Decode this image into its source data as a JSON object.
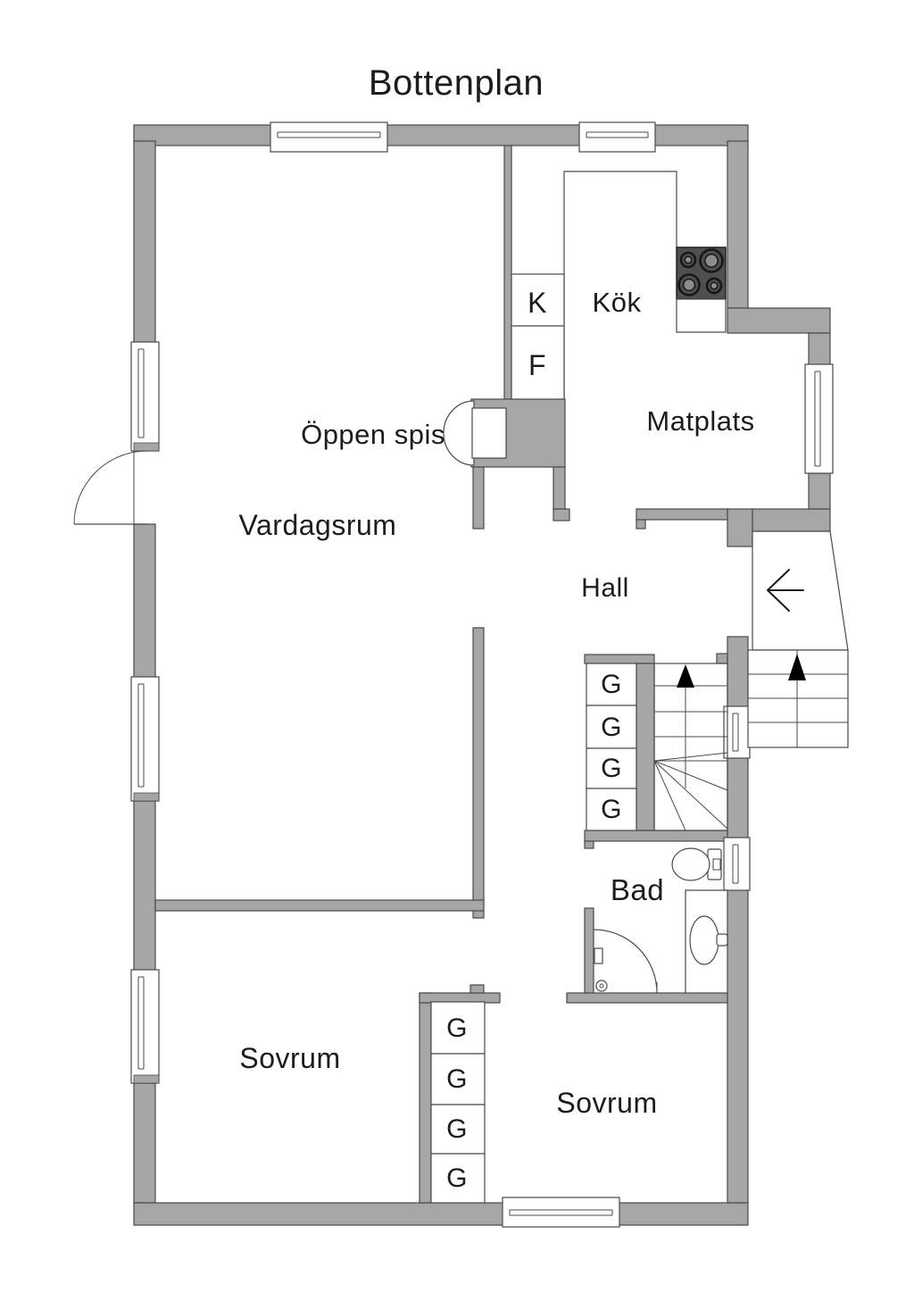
{
  "title": "Bottenplan",
  "rooms": {
    "living": "Vardagsrum",
    "kitchen": "Kök",
    "dining": "Matplats",
    "hall": "Hall",
    "bathroom": "Bad",
    "bedroom_left": "Sovrum",
    "bedroom_right": "Sovrum",
    "fireplace": "Öppen spis"
  },
  "cabinet_labels": {
    "k": "K",
    "f": "F",
    "g": "G"
  },
  "fixtures": {
    "stove": "stove-hob",
    "toilet": "toilet",
    "sink": "washbasin",
    "shower": "corner-shower",
    "stairs_internal": "staircase-up",
    "stairs_entry": "entry-steps-up",
    "entry_arrow": "entry-direction-left"
  },
  "counts": {
    "windows": 9,
    "wardrobes_hall": 4,
    "wardrobes_bedroom": 4,
    "kitchen_cabinets": 2
  },
  "colors": {
    "wall": "#a6a6a6",
    "outline": "#4a4a4a",
    "stove": "#4f4f4f",
    "burner_ring": "#171717",
    "burner_fill": "#8c8c8c",
    "text": "#1c1c1c",
    "arrow": "#000000",
    "background": "#ffffff"
  }
}
